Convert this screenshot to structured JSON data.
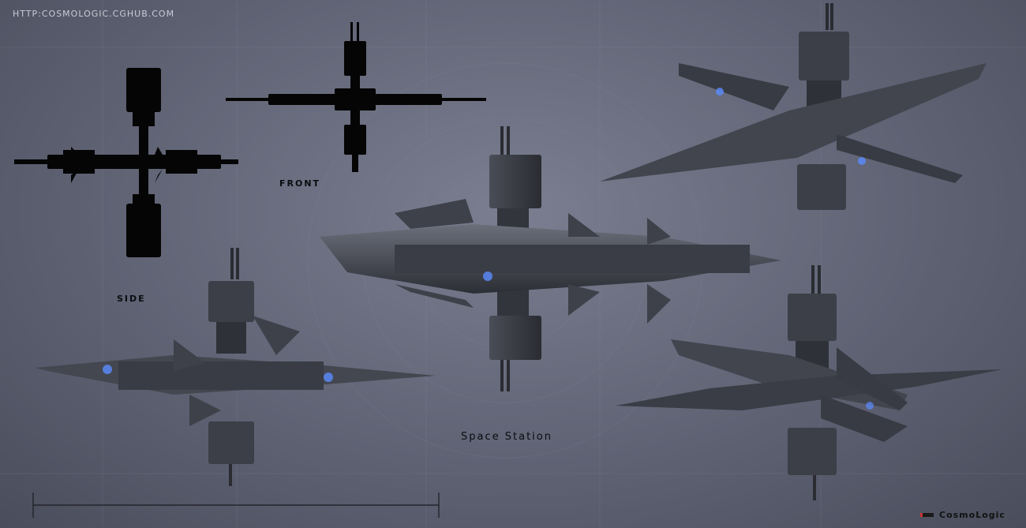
{
  "watermark_url": "HTTP:COSMOLOGIC.CGHUB.COM",
  "labels": {
    "side": "SIDE",
    "front": "FRONT",
    "title": "Space Station"
  },
  "brand": "CosmoLogic",
  "colors": {
    "background": "#5f6374",
    "silhouette": "#050505",
    "hull": "#3d4049",
    "hull_light": "#5b5f6a",
    "engine_glow": "#5b8cff"
  }
}
